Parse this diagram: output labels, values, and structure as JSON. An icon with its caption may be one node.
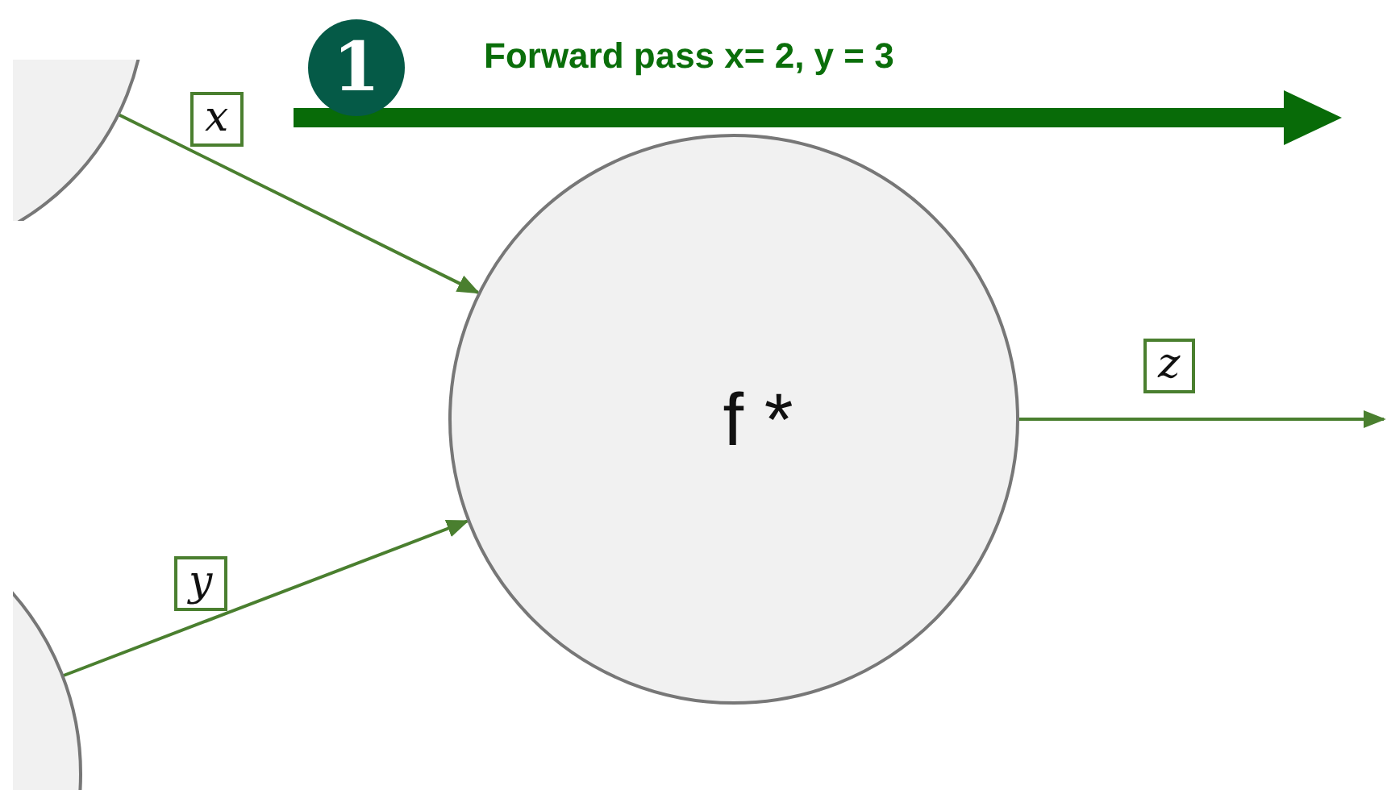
{
  "diagram": {
    "nodes": [
      {
        "text": [],
        "shape": "circle"
      },
      {
        "text": [],
        "shape": "circle"
      },
      {
        "text": [
          "f *"
        ]
      }
    ],
    "edges": [
      {
        "from": 0,
        "to": 2,
        "arrow": "to",
        "label": "x"
      },
      {
        "from": 1,
        "to": 2,
        "arrow": "to",
        "label": "y"
      },
      {
        "from": 2,
        "to": null,
        "arrow": "to",
        "label": "z"
      }
    ],
    "labels": [
      "1",
      "Forward pass x= 2, y = 3"
    ]
  }
}
